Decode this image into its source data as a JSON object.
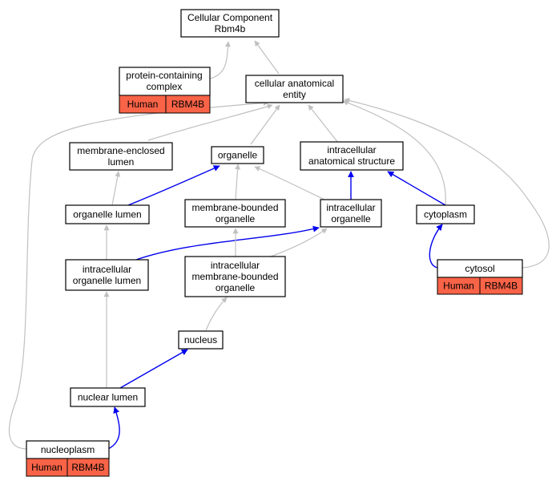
{
  "nodes": {
    "root": {
      "lines": [
        "Cellular Component",
        "Rbm4b"
      ]
    },
    "protein_complex": {
      "lines": [
        "protein-containing",
        "complex"
      ],
      "tags": [
        "Human",
        "RBM4B"
      ]
    },
    "cellular_anatomical_entity": {
      "lines": [
        "cellular anatomical",
        "entity"
      ]
    },
    "membrane_enclosed_lumen": {
      "lines": [
        "membrane-enclosed",
        "lumen"
      ]
    },
    "organelle": {
      "lines": [
        "organelle"
      ]
    },
    "intracellular_anatomical_structure": {
      "lines": [
        "intracellular",
        "anatomical structure"
      ]
    },
    "organelle_lumen": {
      "lines": [
        "organelle lumen"
      ]
    },
    "membrane_bounded_organelle": {
      "lines": [
        "membrane-bounded",
        "organelle"
      ]
    },
    "intracellular_organelle": {
      "lines": [
        "intracellular",
        "organelle"
      ]
    },
    "cytoplasm": {
      "lines": [
        "cytoplasm"
      ]
    },
    "intracellular_organelle_lumen": {
      "lines": [
        "intracellular",
        "organelle lumen"
      ]
    },
    "intracellular_membrane_bounded_organelle": {
      "lines": [
        "intracellular",
        "membrane-bounded",
        "organelle"
      ]
    },
    "cytosol": {
      "lines": [
        "cytosol"
      ],
      "tags": [
        "Human",
        "RBM4B"
      ]
    },
    "nucleus": {
      "lines": [
        "nucleus"
      ]
    },
    "nuclear_lumen": {
      "lines": [
        "nuclear lumen"
      ]
    },
    "nucleoplasm": {
      "lines": [
        "nucleoplasm"
      ],
      "tags": [
        "Human",
        "RBM4B"
      ]
    }
  },
  "colors": {
    "edge_is_a": "#c0c0c0",
    "edge_part_of": "#0000ee",
    "tag_fill": "#f96347"
  }
}
